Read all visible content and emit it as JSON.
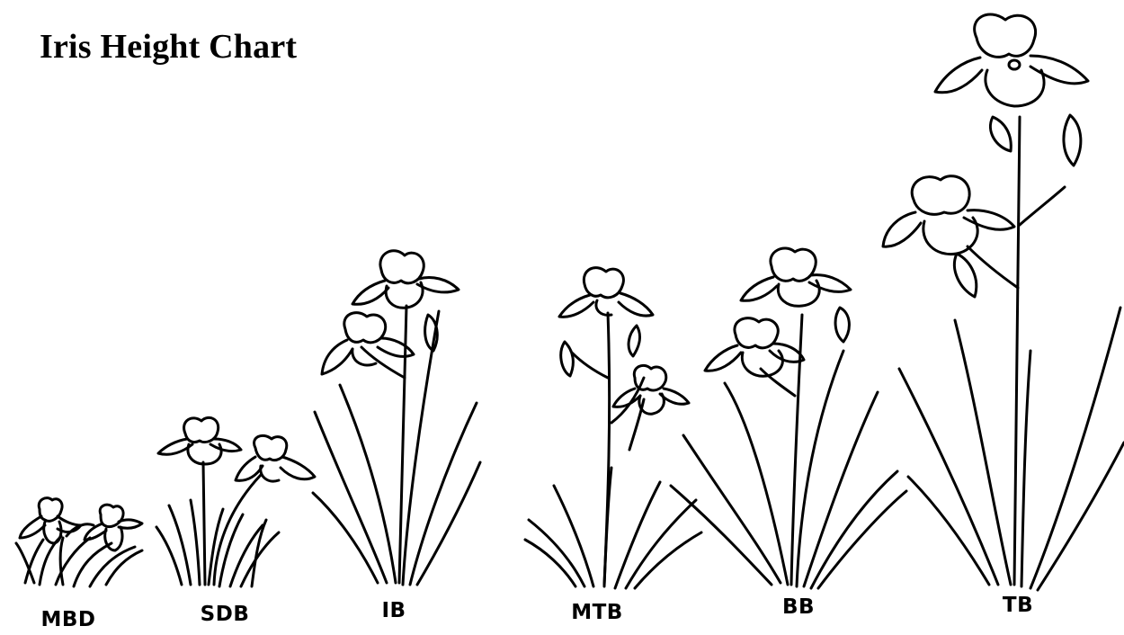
{
  "title": "Iris Height Chart",
  "categories": [
    {
      "code": "MBD"
    },
    {
      "code": "SDB"
    },
    {
      "code": "IB"
    },
    {
      "code": "MTB"
    },
    {
      "code": "BB"
    },
    {
      "code": "TB"
    }
  ],
  "colors": {
    "ink": "#000000",
    "background": "#ffffff"
  }
}
